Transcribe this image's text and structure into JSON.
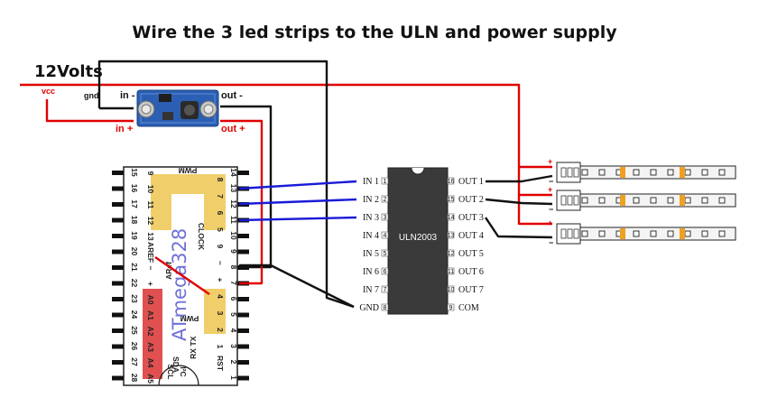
{
  "title": "Wire the 3 led strips to the ULN and power supply",
  "supply": {
    "voltage": "12Volts",
    "vcc": "vcc",
    "gnd": "gnd"
  },
  "converter": {
    "in_minus": "in -",
    "in_plus": "in +",
    "out_minus": "out -",
    "out_plus": "out +"
  },
  "uln": {
    "chip_name": "ULN2003",
    "inputs": [
      "IN 1",
      "IN 2",
      "IN 3",
      "IN 4",
      "IN 5",
      "IN 6",
      "IN 7",
      "GND"
    ],
    "outputs": [
      "OUT 1",
      "OUT 2",
      "OUT 3",
      "OUT 4",
      "OUT 5",
      "OUT 6",
      "OUT 7",
      "COM"
    ],
    "left_pin_numbers": [
      "1",
      "2",
      "3",
      "4",
      "5",
      "6",
      "7",
      "8"
    ],
    "right_pin_numbers": [
      "16",
      "15",
      "14",
      "13",
      "12",
      "11",
      "10",
      "9"
    ]
  },
  "arduino": {
    "brand": "ATmega328",
    "top_pins": [
      "15",
      "16",
      "17",
      "18",
      "19",
      "20",
      "21",
      "22",
      "23",
      "24",
      "25",
      "26",
      "27",
      "28"
    ],
    "bottom_pins": [
      "14",
      "13",
      "12",
      "11",
      "10",
      "9",
      "8",
      "7",
      "6",
      "5",
      "4",
      "3",
      "2",
      "1"
    ],
    "col_a": [
      "8",
      "7",
      "6",
      "5",
      "9",
      "−",
      "+",
      "4",
      "3",
      "2",
      "1",
      "RST"
    ],
    "col_b": [
      "9",
      "10",
      "11",
      "12",
      "13",
      "AREF",
      "−",
      "+",
      "A0",
      "A1",
      "A2",
      "A3",
      "A4",
      "A5"
    ],
    "labels": {
      "pwm_top": "PWM",
      "pwm_bottom": "PWM",
      "clock": "CLOCK",
      "rx": "RX",
      "tx": "TX",
      "aref": "ARef",
      "sda": "SDA",
      "scl": "SCL",
      "i2c": "I²C"
    }
  },
  "strips": {
    "plus": "+",
    "minus": "−"
  }
}
